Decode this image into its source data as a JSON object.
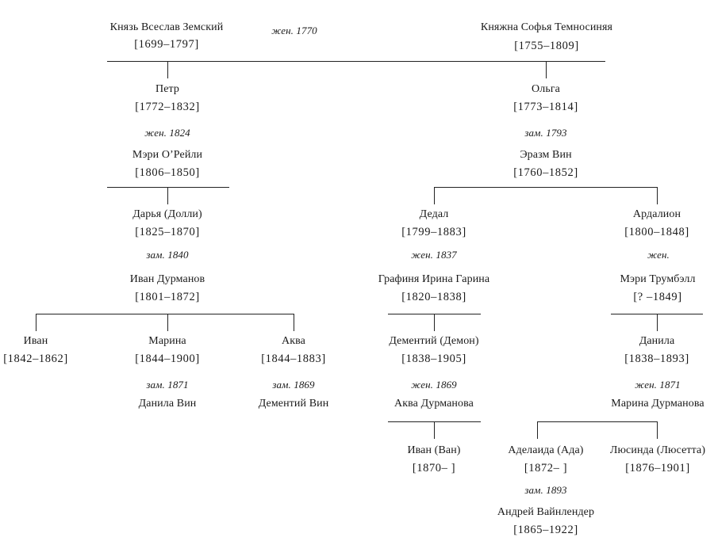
{
  "tree": {
    "gen1": {
      "vseslav": {
        "name": "Князь Всеслав Земский",
        "dates": "[1699–1797]"
      },
      "marriage": "жен. 1770",
      "sofya": {
        "name": "Княжна Софья Темносиняя",
        "dates": "[1755–1809]"
      }
    },
    "petr": {
      "name": "Петр",
      "dates": "[1772–1832]",
      "marriage": "жен. 1824",
      "spouse": {
        "name": "Мэри О’Рейли",
        "dates": "[1806–1850]"
      }
    },
    "olga": {
      "name": "Ольга",
      "dates": "[1773–1814]",
      "marriage": "зам. 1793",
      "spouse": {
        "name": "Эразм Вин",
        "dates": "[1760–1852]"
      }
    },
    "darya": {
      "name": "Дарья (Долли)",
      "dates": "[1825–1870]",
      "marriage": "зам. 1840",
      "spouse": {
        "name": "Иван Дурманов",
        "dates": "[1801–1872]"
      }
    },
    "dedal": {
      "name": "Дедал",
      "dates": "[1799–1883]",
      "marriage": "жен. 1837",
      "spouse": {
        "name": "Графиня Ирина Гарина",
        "dates": "[1820–1838]"
      }
    },
    "ardalion": {
      "name": "Ардалион",
      "dates": "[1800–1848]",
      "marriage": "жен.",
      "spouse": {
        "name": "Мэри Трумбэлл",
        "dates": "[? –1849]"
      }
    },
    "ivan": {
      "name": "Иван",
      "dates": "[1842–1862]"
    },
    "marina": {
      "name": "Марина",
      "dates": "[1844–1900]",
      "marriage": "зам. 1871",
      "spouse": "Данила Вин"
    },
    "akva": {
      "name": "Аква",
      "dates": "[1844–1883]",
      "marriage": "зам. 1869",
      "spouse": "Дементий Вин"
    },
    "dementiy": {
      "name": "Дементий (Демон)",
      "dates": "[1838–1905]",
      "marriage": "жен. 1869",
      "spouse": "Аква Дурманова"
    },
    "danila": {
      "name": "Данила",
      "dates": "[1838–1893]",
      "marriage": "жен. 1871",
      "spouse": "Марина Дурманова"
    },
    "van": {
      "name": "Иван (Ван)",
      "dates": "[1870– ]"
    },
    "ada": {
      "name": "Аделаида (Ада)",
      "dates": "[1872– ]",
      "marriage": "зам. 1893",
      "spouse": {
        "name": "Андрей Вайнлендер",
        "dates": "[1865–1922]"
      }
    },
    "lucette": {
      "name": "Люсинда (Люсетта)",
      "dates": "[1876–1901]"
    }
  }
}
